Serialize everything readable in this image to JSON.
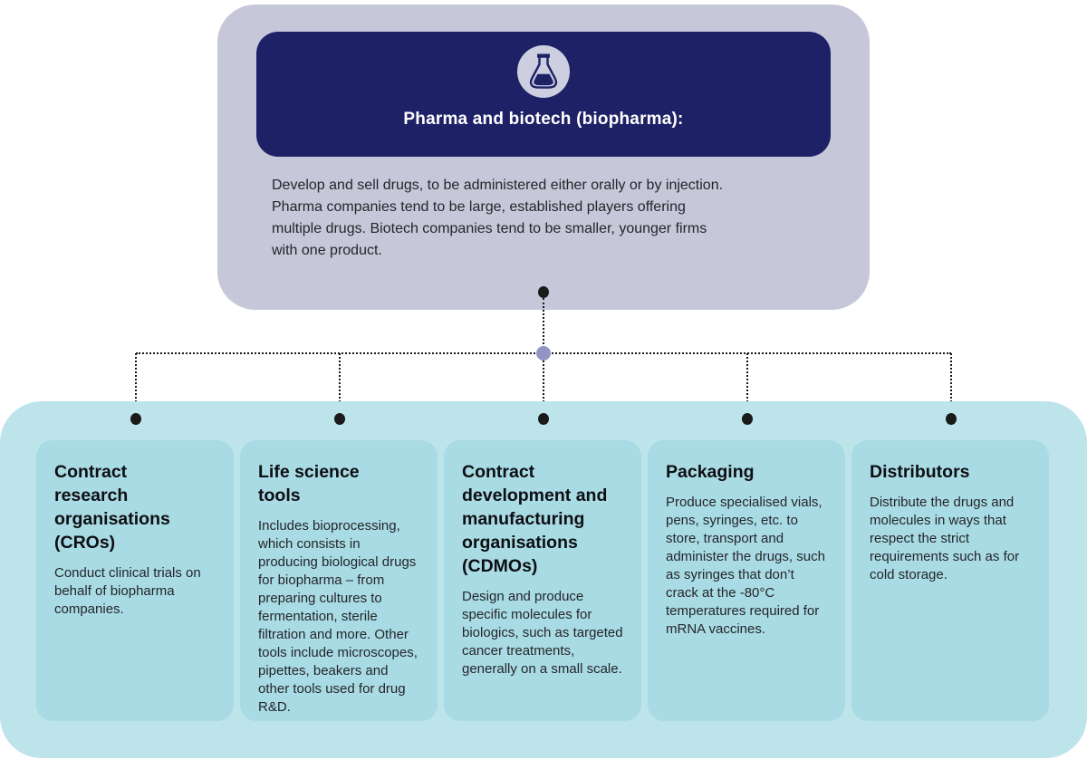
{
  "palette": {
    "navy": "#1e2166",
    "lavender_panel": "#c6c7d9",
    "icon_circle": "#cdcfe0",
    "teal_panel": "#bde4eb",
    "teal_card": "#a8dbe3",
    "connector_black": "#1a1a1a",
    "connector_purple_dot": "#9295c3",
    "title_text": "#ffffff",
    "body_text": "#26252b"
  },
  "root": {
    "icon": "flask-icon",
    "title": "Pharma and biotech (biopharma):",
    "description": "Develop and sell drugs, to be administered either orally or by injection.\nPharma companies tend to be large, established players offering\nmultiple drugs. Biotech companies tend to be smaller, younger firms\nwith one product."
  },
  "children": [
    {
      "id": "cros",
      "title": "Contract\nresearch\norganisations\n(CROs)",
      "title_plain": "Contract research organisations (CROs)",
      "description": "Conduct clinical trials on behalf of biopharma companies."
    },
    {
      "id": "life-science-tools",
      "title": "Life science\ntools",
      "title_plain": "Life science tools",
      "description": "Includes bioprocessing, which consists in producing biological drugs for biopharma – from preparing cultures to fermentation, sterile filtration and more. Other tools include microscopes, pipettes, beakers and other tools used for drug R&D."
    },
    {
      "id": "cdmos",
      "title": "Contract\ndevelopment and\nmanufacturing\norganisations\n(CDMOs)",
      "title_plain": "Contract development and manufacturing organisations (CDMOs)",
      "description": "Design and produce specific molecules for biologics, such as targeted cancer treatments, generally on a small scale."
    },
    {
      "id": "packaging",
      "title": "Packaging",
      "title_plain": "Packaging",
      "description": "Produce specialised vials, pens, syringes, etc. to store, transport and administer the drugs, such as syringes that don’t crack at the -80°C temperatures required for mRNA vaccines."
    },
    {
      "id": "distributors",
      "title": "Distributors",
      "title_plain": "Distributors",
      "description": "Distribute the drugs and molecules in ways that respect the strict requirements such as for cold storage."
    }
  ]
}
